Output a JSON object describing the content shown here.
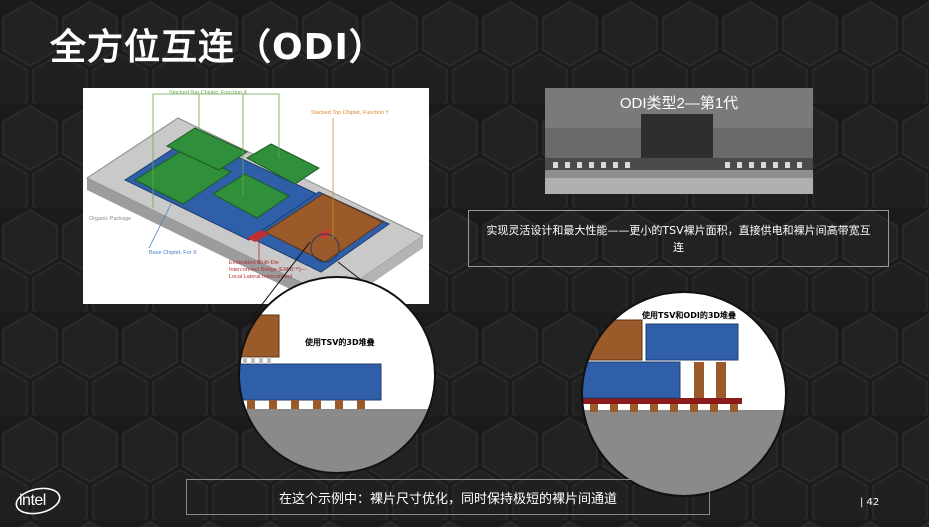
{
  "slide": {
    "title": "全方位互连（ODI）",
    "page_number": "| 42"
  },
  "diagram": {
    "callouts": {
      "stacked_top_x": "Stacked Top Chiplet, Function X",
      "stacked_top_y": "Stacked Top Chiplet, Function Y",
      "organic_package": "Organic Package",
      "base_chiplet": "Base Chiplet, For X",
      "emib_line1": "Embedded Multi-Die",
      "emib_line2": "Interconnect Bridge (EMIB™)—",
      "emib_line3": "Local Lateral Interconnect"
    },
    "colors": {
      "green": "#2f8f3a",
      "blue": "#2f5fa8",
      "brown": "#9a5a2a",
      "callout_green": "#6aa84f",
      "callout_orange": "#d98a2b",
      "callout_blue": "#4a7cc0",
      "callout_red": "#b03030"
    }
  },
  "cross_section": {
    "title": "ODI类型2—第1代"
  },
  "description": "实现灵活设计和最大性能——更小的TSV裸片面积，直接供电和裸片间高带宽互连",
  "zoom_left": {
    "label": "使用TSV的3D堆叠"
  },
  "zoom_right": {
    "label": "使用TSV和ODI的3D堆叠"
  },
  "footer": {
    "caption": "在这个示例中：裸片尺寸优化，同时保持极短的裸片间通道",
    "logo_text": "intel"
  }
}
